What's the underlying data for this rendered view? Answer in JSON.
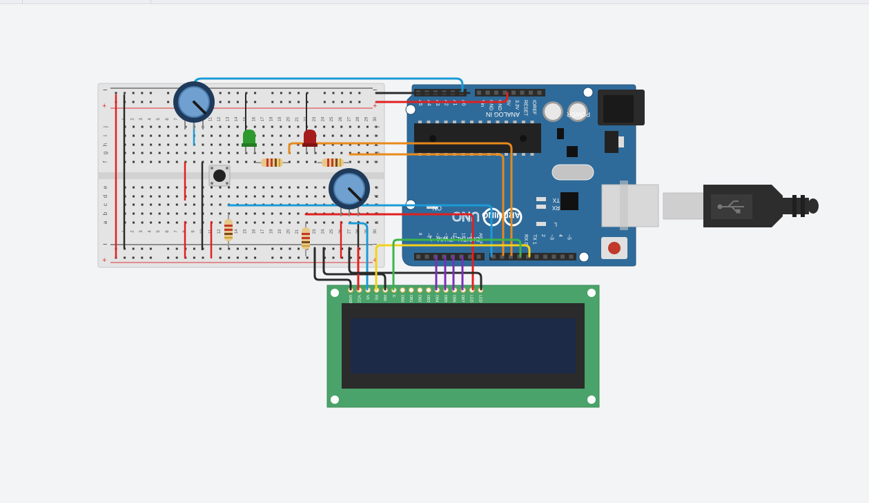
{
  "canvas": {
    "background": "#f3f4f6"
  },
  "breadboard": {
    "row_letters_top": [
      "j",
      "i",
      "h",
      "g",
      "f"
    ],
    "row_letters_bottom": [
      "e",
      "d",
      "c",
      "b",
      "a"
    ],
    "column_numbers": [
      "1",
      "2",
      "3",
      "4",
      "5",
      "6",
      "7",
      "8",
      "9",
      "10",
      "11",
      "12",
      "13",
      "14",
      "15",
      "16",
      "17",
      "18",
      "19",
      "20",
      "21",
      "22",
      "23",
      "24",
      "25",
      "26",
      "27",
      "28",
      "29",
      "30"
    ],
    "rail_minus": "−",
    "rail_plus": "+"
  },
  "arduino": {
    "brand": "ARDUINO",
    "model": "UNO",
    "on_label": "ON",
    "tx_label": "TX",
    "rx_label": "RX",
    "l_label": "L",
    "analog_label": "ANALOG IN",
    "power_label": "POWER",
    "digital_label": "DIGITAL (PWM ~)",
    "analog_pins": [
      "A5",
      "A4",
      "A3",
      "A2",
      "A1",
      "A0"
    ],
    "power_pins": [
      "Vin",
      "GND",
      "GND",
      "5V",
      "3.3V",
      "RESET",
      "IOREF"
    ],
    "digital_header_left": [
      "AREF",
      "GND",
      "13",
      "12",
      "~11",
      "~10",
      "~9",
      "8"
    ],
    "digital_header_right": [
      "7",
      "~6",
      "~5",
      "4",
      "~3",
      "2",
      "TX 1",
      "RX 0"
    ],
    "board_color": "#2f6b9a"
  },
  "lcd": {
    "pins": [
      "GND",
      "VCC",
      "V0",
      "RS",
      "RW",
      "E",
      "DB0",
      "DB1",
      "DB2",
      "DB3",
      "DB4",
      "DB5",
      "DB6",
      "DB7",
      "LED",
      "LED"
    ],
    "board_color": "#4aa36a",
    "screen_color": "#1c2a48"
  },
  "components": {
    "led_green": "green-led",
    "led_red": "red-led",
    "potentiometers": [
      "potentiometer-1",
      "potentiometer-2"
    ],
    "resistors": [
      "resistor-1",
      "resistor-2",
      "resistor-3",
      "resistor-4"
    ],
    "button": "push-button"
  },
  "wire_colors": {
    "blue": "#1a9bd7",
    "red": "#e02020",
    "black": "#2a2a2a",
    "orange": "#e8891a",
    "yellow": "#f2d21b",
    "green": "#3bb54a",
    "purple": "#7a2fb8"
  }
}
